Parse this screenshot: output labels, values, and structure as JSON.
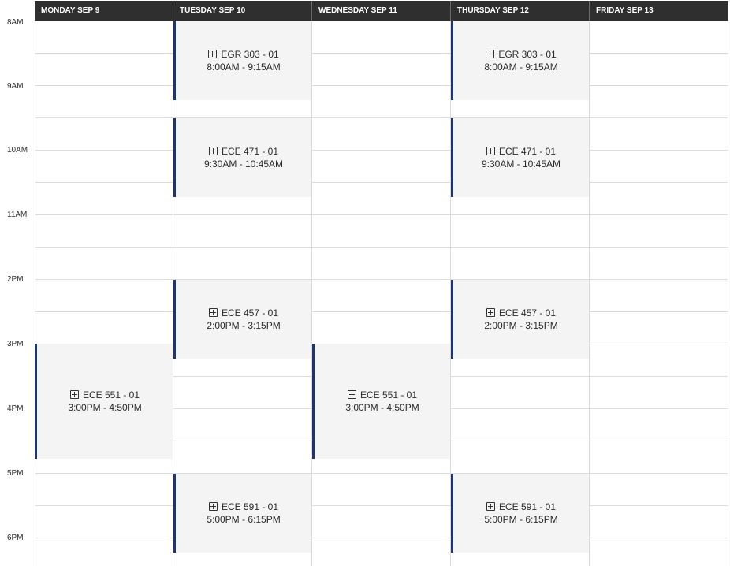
{
  "time_labels": [
    "8AM",
    "9AM",
    "10AM",
    "11AM",
    "2PM",
    "3PM",
    "4PM",
    "5PM",
    "6PM"
  ],
  "days": [
    {
      "label": "MONDAY SEP 9"
    },
    {
      "label": "TUESDAY SEP 10"
    },
    {
      "label": "WEDNESDAY SEP 11"
    },
    {
      "label": "THURSDAY SEP 12"
    },
    {
      "label": "FRIDAY SEP 13"
    }
  ],
  "events": [
    {
      "course": "EGR 303 - 01",
      "time": "8:00AM - 9:15AM",
      "day": "TUESDAY SEP 10"
    },
    {
      "course": "EGR 303 - 01",
      "time": "8:00AM - 9:15AM",
      "day": "THURSDAY SEP 12"
    },
    {
      "course": "ECE 471 - 01",
      "time": "9:30AM - 10:45AM",
      "day": "TUESDAY SEP 10"
    },
    {
      "course": "ECE 471 - 01",
      "time": "9:30AM - 10:45AM",
      "day": "THURSDAY SEP 12"
    },
    {
      "course": "ECE 457 - 01",
      "time": "2:00PM - 3:15PM",
      "day": "TUESDAY SEP 10"
    },
    {
      "course": "ECE 457 - 01",
      "time": "2:00PM - 3:15PM",
      "day": "THURSDAY SEP 12"
    },
    {
      "course": "ECE 551 - 01",
      "time": "3:00PM - 4:50PM",
      "day": "MONDAY SEP 9"
    },
    {
      "course": "ECE 551 - 01",
      "time": "3:00PM - 4:50PM",
      "day": "WEDNESDAY SEP 11"
    },
    {
      "course": "ECE 591 - 01",
      "time": "5:00PM - 6:15PM",
      "day": "TUESDAY SEP 10"
    },
    {
      "course": "ECE 591 - 01",
      "time": "5:00PM - 6:15PM",
      "day": "THURSDAY SEP 12"
    }
  ],
  "colors": {
    "header_bg": "#2f2f2f",
    "event_bg": "#f4f4f4",
    "event_accent": "#1f3668"
  }
}
